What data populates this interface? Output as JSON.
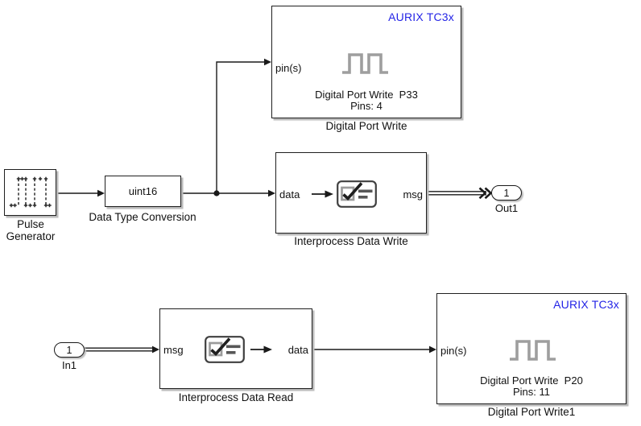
{
  "colors": {
    "accent_blue": "#2424e6",
    "glyph_gray": "#9e9e9e"
  },
  "blocks": {
    "dpw_top": {
      "tag": "AURIX TC3x",
      "port": "pin(s)",
      "text1": "Digital Port Write  P33",
      "text2": "Pins: 4",
      "label": "Digital Port Write"
    },
    "pulse_generator": {
      "label_line1": "Pulse",
      "label_line2": "Generator"
    },
    "dtc": {
      "value": "uint16",
      "label": "Data Type Conversion"
    },
    "ipw": {
      "port_in": "data",
      "port_out": "msg",
      "label": "Interprocess Data Write"
    },
    "out1": {
      "num": "1",
      "label": "Out1"
    },
    "in1": {
      "num": "1",
      "label": "In1"
    },
    "ipr": {
      "port_in": "msg",
      "port_out": "data",
      "label": "Interprocess Data Read"
    },
    "dpw_bottom": {
      "tag": "AURIX TC3x",
      "port": "pin(s)",
      "text1": "Digital Port Write  P20",
      "text2": "Pins: 11",
      "label": "Digital Port Write1"
    }
  }
}
